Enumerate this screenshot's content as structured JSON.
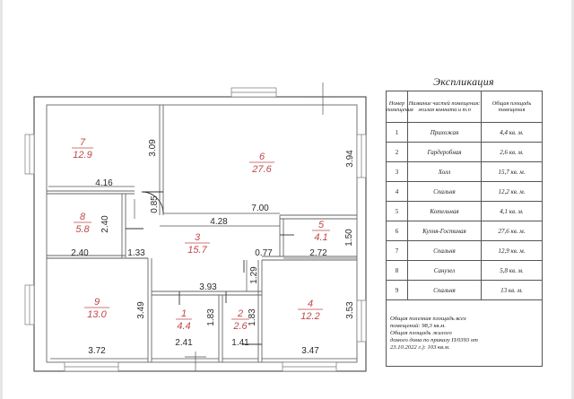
{
  "rooms": [
    {
      "num": "1",
      "area": "4.4"
    },
    {
      "num": "2",
      "area": "2.6"
    },
    {
      "num": "3",
      "area": "15.7"
    },
    {
      "num": "4",
      "area": "12.2"
    },
    {
      "num": "5",
      "area": "4.1"
    },
    {
      "num": "6",
      "area": "27.6"
    },
    {
      "num": "7",
      "area": "12.9"
    },
    {
      "num": "8",
      "area": "5.8"
    },
    {
      "num": "9",
      "area": "13.0"
    }
  ],
  "dimensions": {
    "d309": "3.09",
    "d416": "4.16",
    "d394": "3.94",
    "d085": "0.85",
    "d700": "7.00",
    "d428": "4.28",
    "d240v": "2.40",
    "d240h": "2.40",
    "d133": "1.33",
    "d077": "0.77",
    "d272": "2.72",
    "d150": "1.50",
    "d129": "1.29",
    "d393": "3.93",
    "d349": "3.49",
    "d353": "3.53",
    "d183a": "1.83",
    "d183b": "1.83",
    "d372": "3.72",
    "d241": "2.41",
    "d141": "1.41",
    "d347": "3.47"
  },
  "explication": {
    "title": "Экспликация",
    "headers": {
      "num": "Номер помещения",
      "name": "Название частей помещения: жилая комната и т.п",
      "area": "Общая площадь помещения"
    },
    "rows": [
      {
        "num": "1",
        "name": "Прихожая",
        "area": "4,4 кв. м."
      },
      {
        "num": "2",
        "name": "Гардеробная",
        "area": "2,6 кв. м."
      },
      {
        "num": "3",
        "name": "Холл",
        "area": "15,7 кв. м."
      },
      {
        "num": "4",
        "name": "Спальня",
        "area": "12,2 кв. м."
      },
      {
        "num": "5",
        "name": "Котельная",
        "area": "4,1 кв. м."
      },
      {
        "num": "6",
        "name": "Кухня-Гостиная",
        "area": "27,6 кв. м."
      },
      {
        "num": "7",
        "name": "Спальня",
        "area": "12,9 кв. м."
      },
      {
        "num": "8",
        "name": "Санузел",
        "area": "5,8 кв. м."
      },
      {
        "num": "9",
        "name": "Спальня",
        "area": "13 кв. м."
      }
    ],
    "note": [
      "Общая полезная площадь всех",
      "помещений: 98,3 кв.м.",
      "Общая площадь жилого",
      "домого дома по приказу П/0393 от",
      "23.10.2022 г.): 103 кв.м."
    ]
  }
}
